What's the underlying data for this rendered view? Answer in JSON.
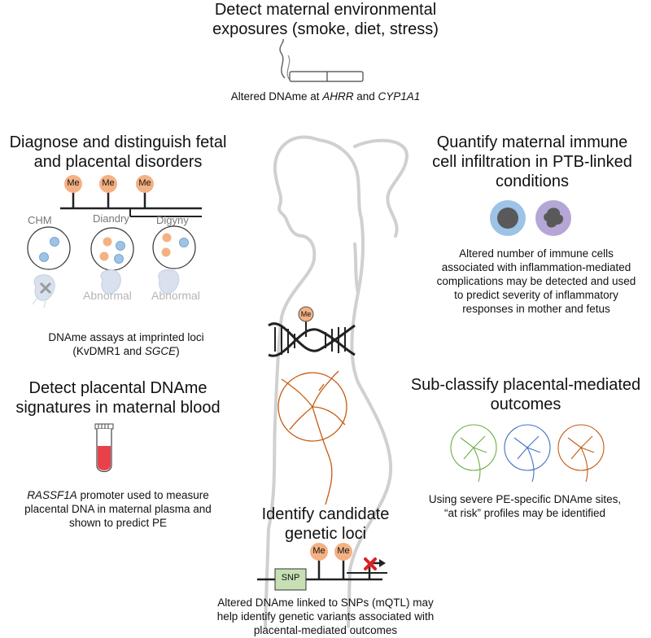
{
  "exposures": {
    "title_line1": "Detect maternal environmental",
    "title_line2": "exposures (smoke, diet, stress)",
    "caption_prefix": "Altered DNAme at ",
    "gene1": "AHRR",
    "caption_and": " and ",
    "gene2": "CYP1A1"
  },
  "diagnose": {
    "title_line1": "Diagnose and distinguish fetal",
    "title_line2": "and placental disorders",
    "me_label": "Me",
    "labels": [
      "CHM",
      "Diandry",
      "Digyny"
    ],
    "abnormal1": "Abnormal",
    "abnormal2": "Abnormal",
    "caption_line1": "DNAme assays at imprinted loci",
    "caption_line2_prefix": "(KvDMR1 and ",
    "caption_line2_gene": "SGCE",
    "caption_line2_suffix": ")"
  },
  "immune": {
    "title_line1": "Quantify maternal immune",
    "title_line2": "cell infiltration in PTB-linked",
    "title_line3": "conditions",
    "caption": [
      "Altered number of immune cells",
      "associated with inflammation-mediated",
      "complications may be detected and used",
      "to predict severity of inflammatory",
      "responses in mother and fetus"
    ]
  },
  "placental_blood": {
    "title_line1": "Detect placental DNAme",
    "title_line2": "signatures in maternal blood",
    "caption_gene": "RASSF1A",
    "caption_line1_rest": " promoter used to measure",
    "caption_line2": "placental DNA in maternal plasma and",
    "caption_line3": "shown to predict PE"
  },
  "subclassify": {
    "title_line1": "Sub-classify placental-mediated",
    "title_line2": "outcomes",
    "caption_line1": "Using severe PE-specific DNAme sites,",
    "caption_line2": "“at risk” profiles may be identified"
  },
  "genetic": {
    "title_line1": "Identify candidate",
    "title_line2": "genetic loci",
    "snp_label": "SNP",
    "me_label": "Me",
    "caption": [
      "Altered DNAme linked to SNPs (mQTL) may",
      "help identify genetic variants associated with",
      "placental-mediated outcomes"
    ]
  },
  "center": {
    "me_label": "Me"
  },
  "colors": {
    "me_fill": "#f4b183",
    "immune_outer1": "#9dc3e6",
    "immune_outer2": "#b4a7d6",
    "nucleus": "#595959",
    "tube_red": "#e8414b",
    "snp_fill": "#c6e0b4",
    "placenta": "#c55a11"
  }
}
